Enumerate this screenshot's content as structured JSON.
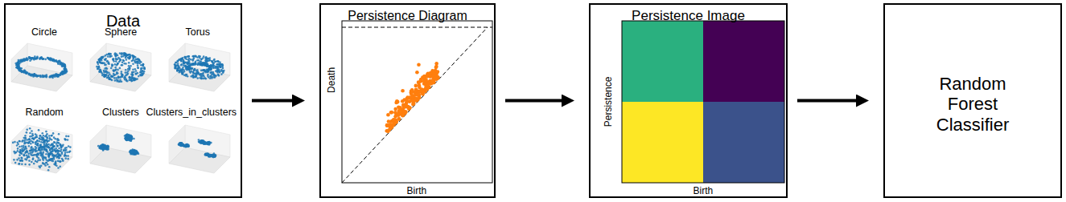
{
  "diagram": {
    "nodes": [
      {
        "text": [
          "Data"
        ]
      },
      {
        "text": [
          "Persistence Diagram"
        ]
      },
      {
        "text": [
          "Persistence Image"
        ]
      },
      {
        "text": [
          "Random Forest Classifier"
        ]
      }
    ],
    "edges": [
      {
        "from": 0,
        "to": 1,
        "arrow": "to"
      },
      {
        "from": 1,
        "to": 2,
        "arrow": "to"
      },
      {
        "from": 2,
        "to": 3,
        "arrow": "to"
      }
    ],
    "labels": [
      "Circle",
      "Sphere",
      "Torus",
      "Random",
      "Clusters",
      "Clusters_in_clusters",
      "Death",
      "Birth",
      "Persistence",
      "Birth"
    ]
  }
}
